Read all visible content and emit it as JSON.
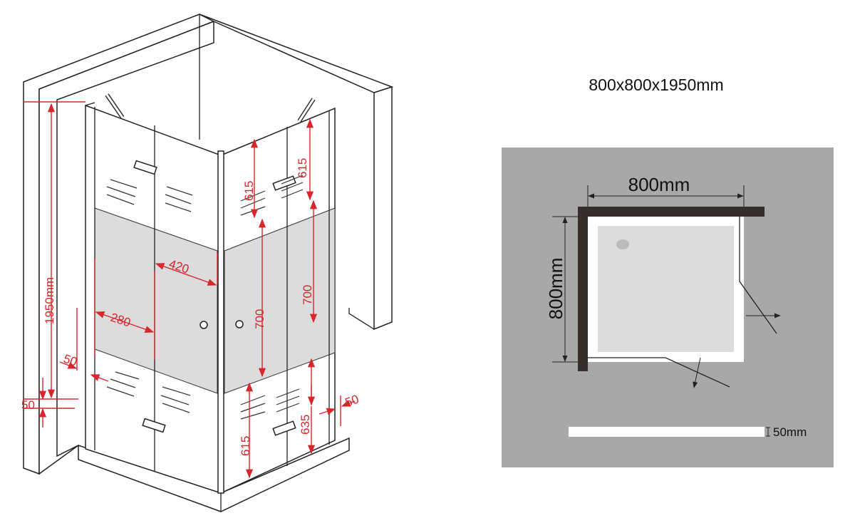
{
  "title": "800x800x1950mm",
  "elevation_labels": {
    "height_total": "1950mm",
    "base_height": "50",
    "side_offset_left": "50",
    "side_offset_right": "50",
    "panel_width_fixed": "280",
    "panel_width_door": "420",
    "left_band_height": "700",
    "right_band_height": "700",
    "front_top": "615",
    "right_top": "615",
    "front_bottom": "615",
    "right_bottom": "635"
  },
  "plan_labels": {
    "width": "800mm",
    "depth": "800mm",
    "tray_height": "50mm"
  },
  "colors": {
    "dimension": "#d8262b",
    "plan_background": "#a8a8a8",
    "wall": "#342f2c",
    "tray": "#dcdcdc"
  }
}
